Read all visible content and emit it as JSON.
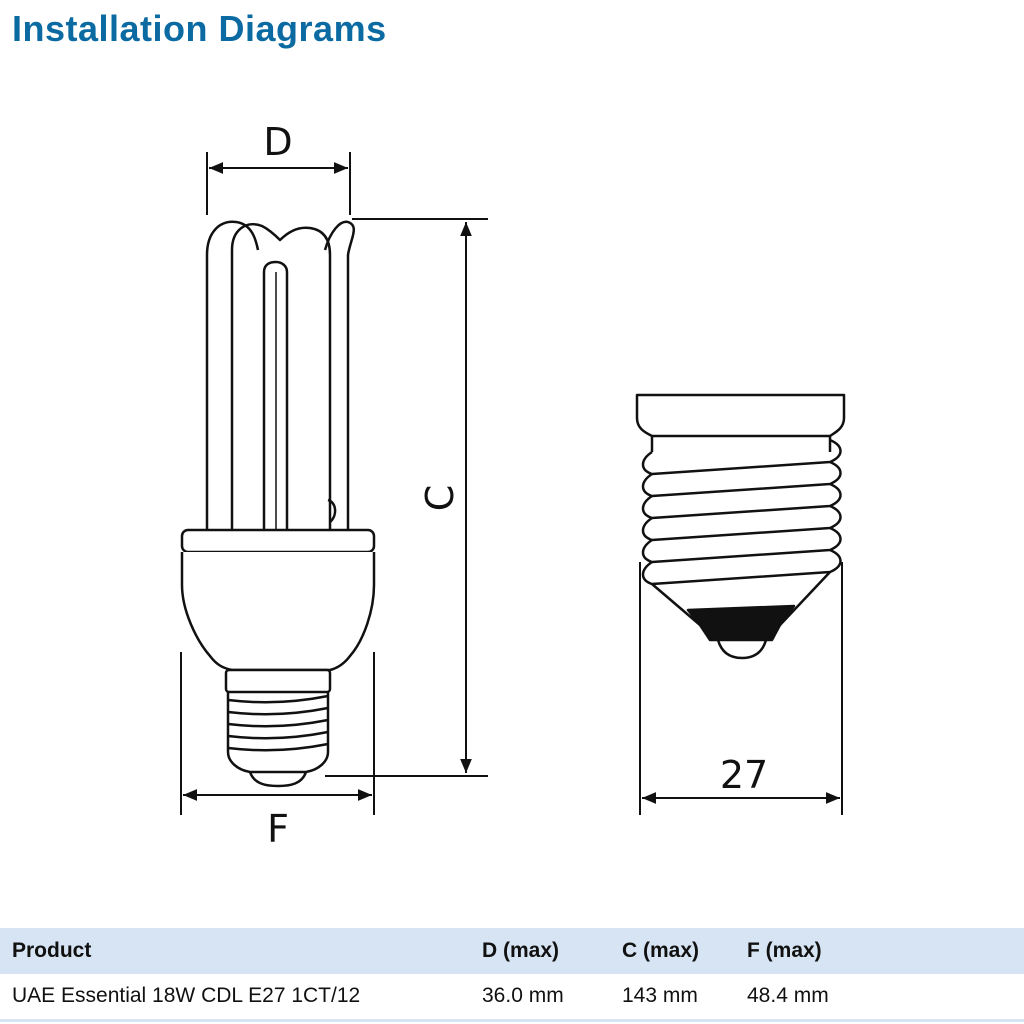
{
  "page": {
    "title": "Installation Diagrams"
  },
  "diagram": {
    "labels": {
      "d": "D",
      "c": "C",
      "f": "F",
      "base_width": "27"
    }
  },
  "table": {
    "headers": [
      "Product",
      "D (max)",
      "C (max)",
      "F (max)"
    ],
    "rows": [
      [
        "UAE Essential 18W CDL E27 1CT/12",
        "36.0 mm",
        "143 mm",
        "48.4 mm"
      ]
    ]
  }
}
